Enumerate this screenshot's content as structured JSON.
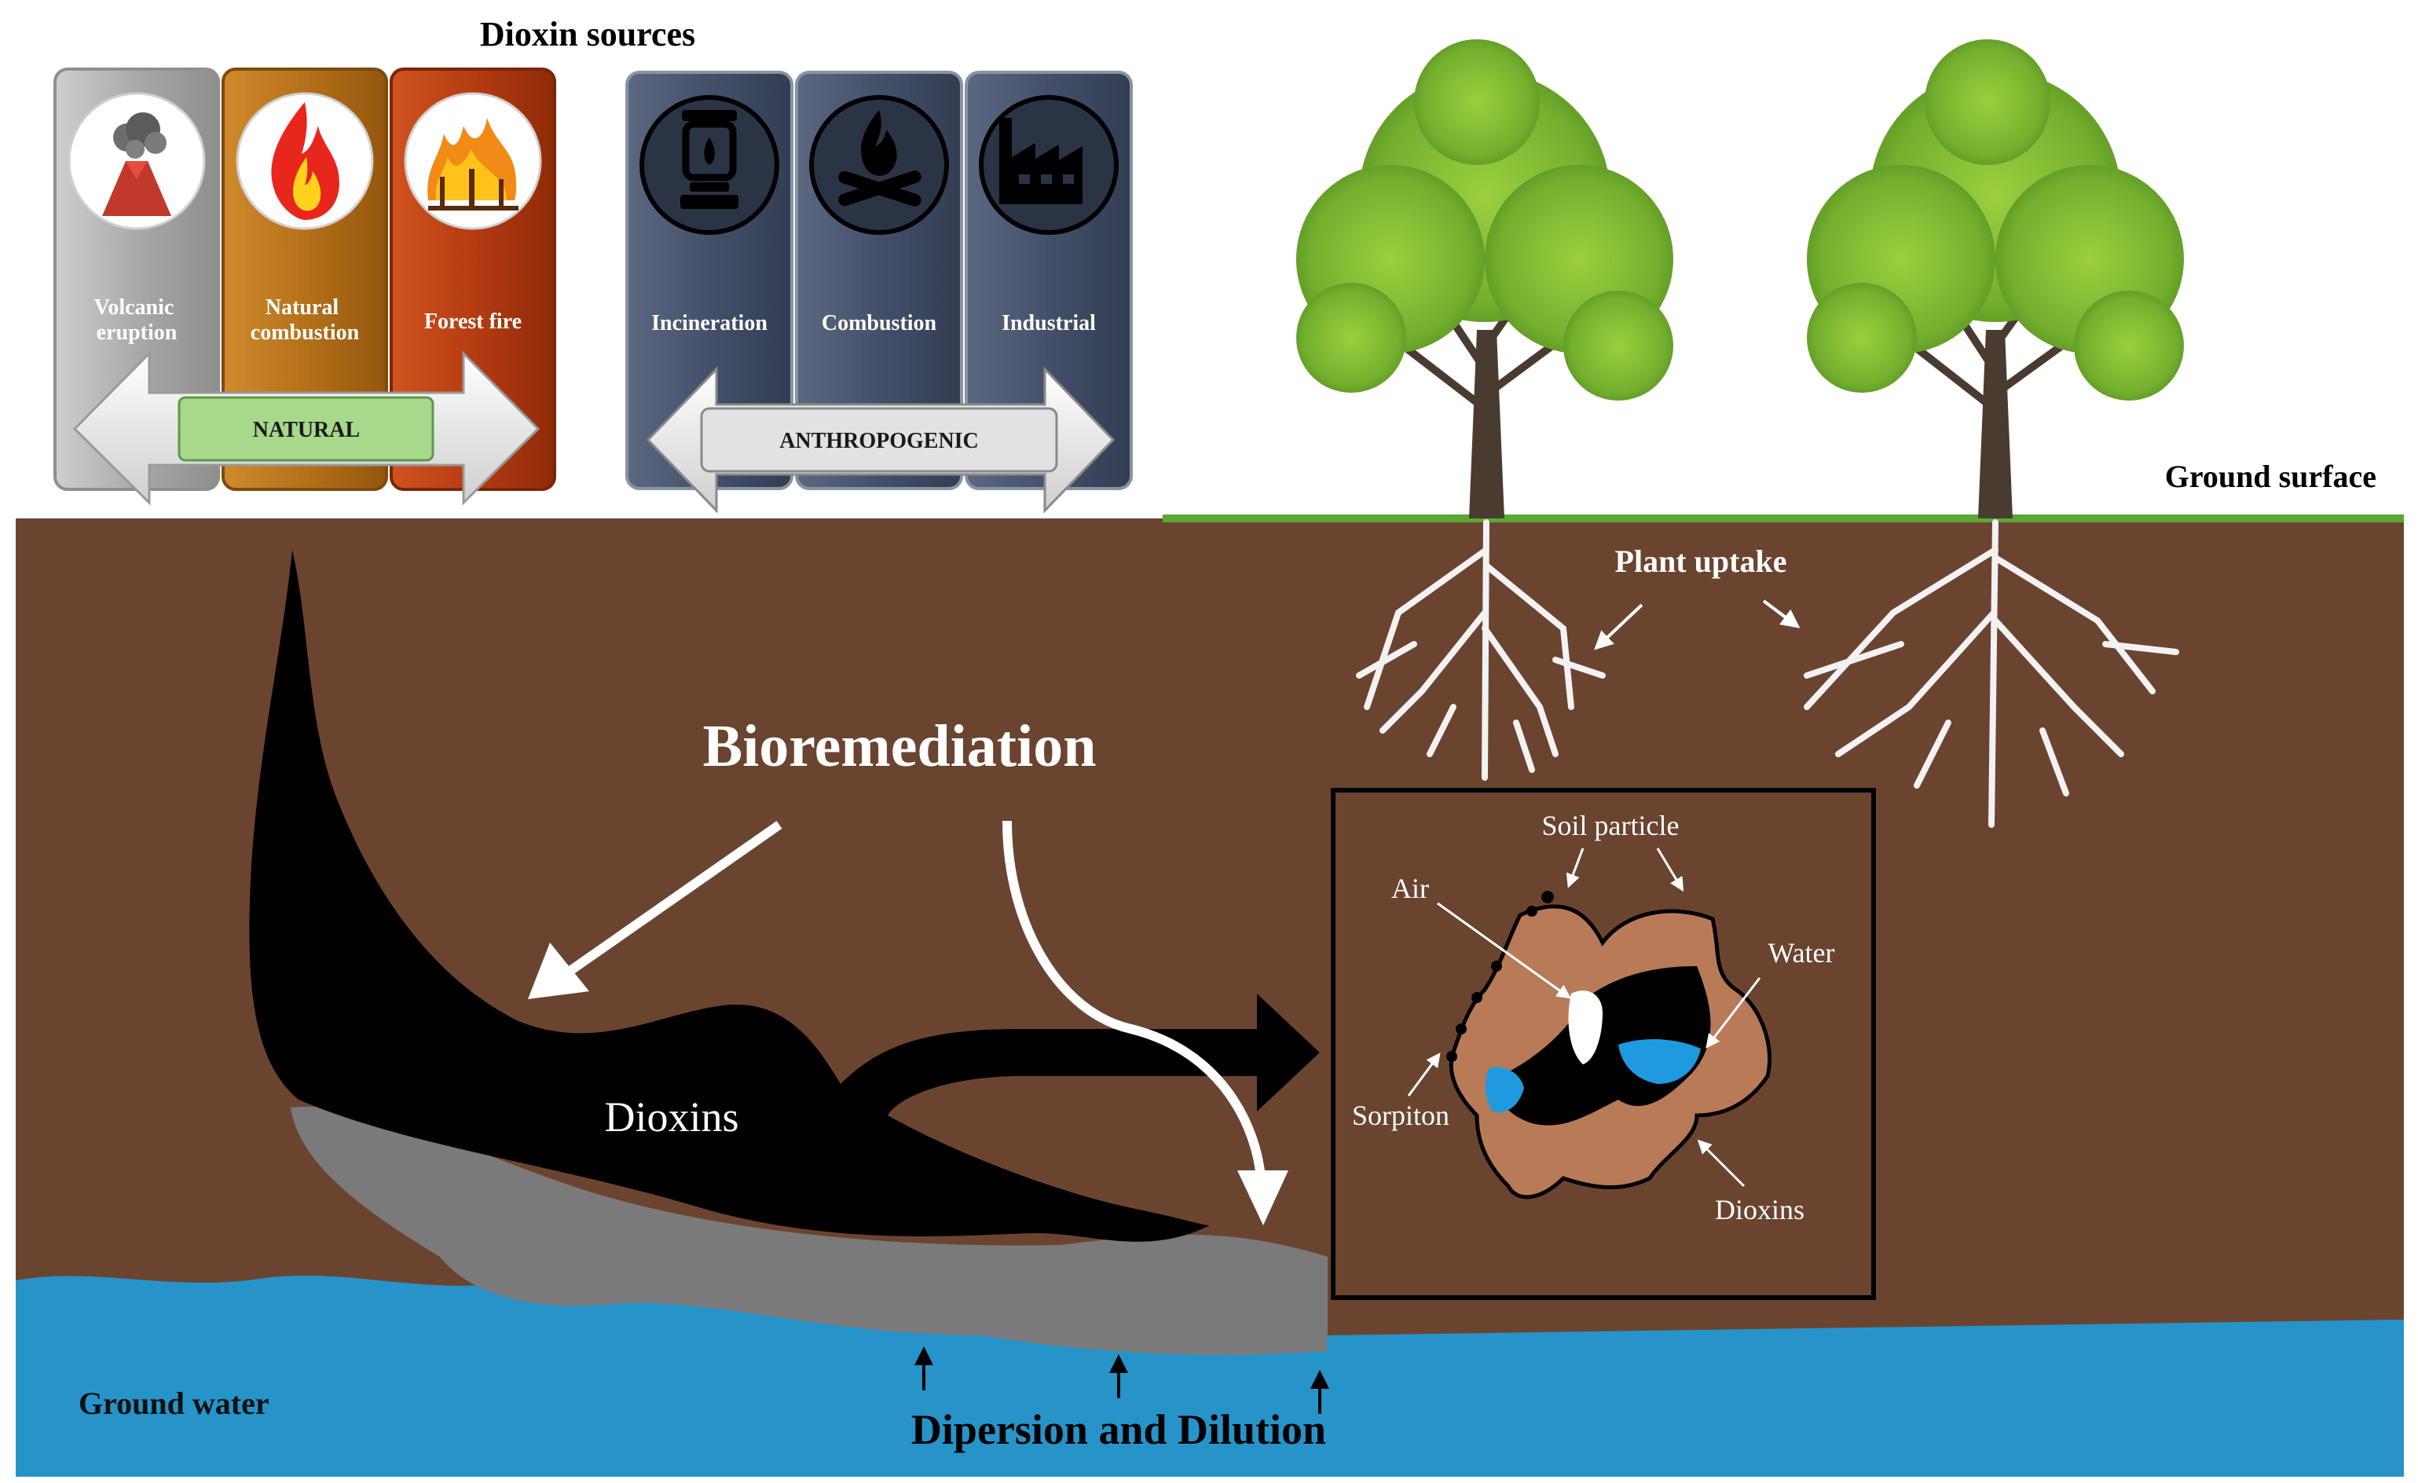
{
  "title": "Dioxin sources",
  "natural": {
    "group_label": "NATURAL",
    "cards": [
      {
        "label_lines": [
          "Volcanic",
          "eruption"
        ],
        "icon": "volcano-icon",
        "color": "#a8a8a8"
      },
      {
        "label_lines": [
          "Natural",
          "combustion"
        ],
        "icon": "flame-icon",
        "color": "#b5711a"
      },
      {
        "label_lines": [
          "Forest fire"
        ],
        "icon": "forest-fire-icon",
        "color": "#b53c12"
      }
    ]
  },
  "anthropogenic": {
    "group_label": "ANTHROPOGENIC",
    "cards": [
      {
        "label_lines": [
          "Incineration"
        ],
        "icon": "incinerator-lantern-icon",
        "color": "#3f4b60"
      },
      {
        "label_lines": [
          "Combustion"
        ],
        "icon": "campfire-icon",
        "color": "#3f4b60"
      },
      {
        "label_lines": [
          "Industrial"
        ],
        "icon": "factory-icon",
        "color": "#3f4b60"
      }
    ]
  },
  "labels": {
    "ground_surface": "Ground surface",
    "plant_uptake": "Plant uptake",
    "bioremediation": "Bioremediation",
    "dioxins_plume": "Dioxins",
    "ground_water": "Ground water",
    "dispersion": "Dipersion and Dilution"
  },
  "inset": {
    "soil_particle": "Soil particle",
    "air": "Air",
    "water": "Water",
    "sorption": "Sorpiton",
    "dioxins": "Dioxins"
  },
  "colors": {
    "soil": "#6b4430",
    "ground_water": "#2694c9",
    "grass_line": "#5aa832",
    "dioxin_plume": "#000000",
    "diluted_plume": "#7a7a7a",
    "soil_particle": "#b87a57",
    "inset_water": "#1e9be0",
    "natural_band": "#a6d98a",
    "anthropogenic_band": "#e2e2e2"
  }
}
